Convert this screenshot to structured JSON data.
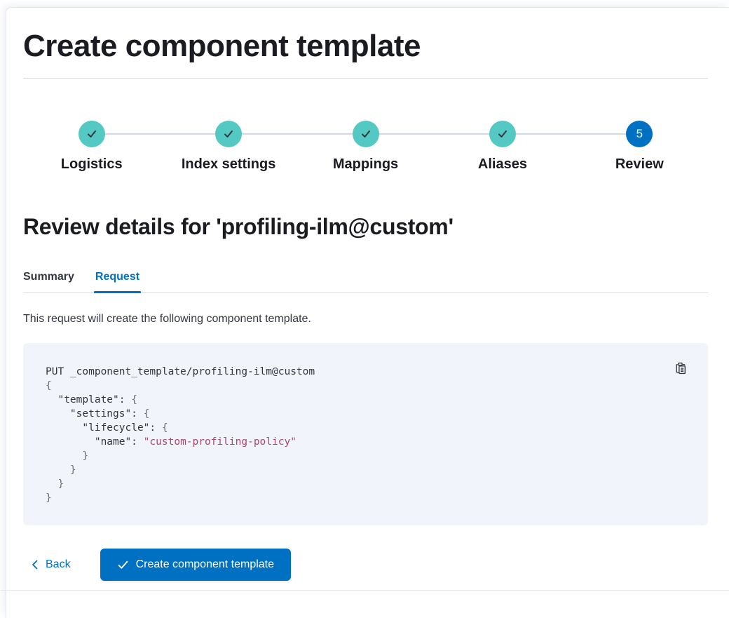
{
  "page": {
    "title": "Create component template"
  },
  "steps": {
    "items": [
      {
        "label": "Logistics",
        "status": "complete"
      },
      {
        "label": "Index settings",
        "status": "complete"
      },
      {
        "label": "Mappings",
        "status": "complete"
      },
      {
        "label": "Aliases",
        "status": "complete"
      },
      {
        "label": "Review",
        "status": "current",
        "number": "5"
      }
    ]
  },
  "review": {
    "heading": "Review details for 'profiling-ilm@custom'",
    "tabs": [
      {
        "label": "Summary",
        "selected": false
      },
      {
        "label": "Request",
        "selected": true
      }
    ],
    "description": "This request will create the following component template."
  },
  "code": {
    "copy_icon": "copy-clipboard-icon",
    "lines": [
      [
        {
          "c": "d",
          "t": "PUT _component_template/profiling-ilm@custom"
        }
      ],
      [
        {
          "c": "p",
          "t": "{"
        }
      ],
      [
        {
          "c": "d",
          "t": "  \"template\": "
        },
        {
          "c": "p",
          "t": "{"
        }
      ],
      [
        {
          "c": "d",
          "t": "    \"settings\": "
        },
        {
          "c": "p",
          "t": "{"
        }
      ],
      [
        {
          "c": "d",
          "t": "      \"lifecycle\": "
        },
        {
          "c": "p",
          "t": "{"
        }
      ],
      [
        {
          "c": "d",
          "t": "        \"name\": "
        },
        {
          "c": "s",
          "t": "\"custom-profiling-policy\""
        }
      ],
      [
        {
          "c": "p",
          "t": "      }"
        }
      ],
      [
        {
          "c": "p",
          "t": "    }"
        }
      ],
      [
        {
          "c": "p",
          "t": "  }"
        }
      ],
      [
        {
          "c": "p",
          "t": "}"
        }
      ]
    ]
  },
  "footer": {
    "back_label": "Back",
    "back_icon": "chevron-left-icon",
    "create_label": "Create component template",
    "create_icon": "check-icon"
  },
  "colors": {
    "primary_blue": "#0071C2",
    "step_complete_teal": "#54C8C3",
    "divider_gray": "#D3DAE6",
    "code_background": "#F1F4FB",
    "code_string_pink": "#A54A6E",
    "heading_text": "#1A1C21",
    "body_text": "#343741"
  }
}
